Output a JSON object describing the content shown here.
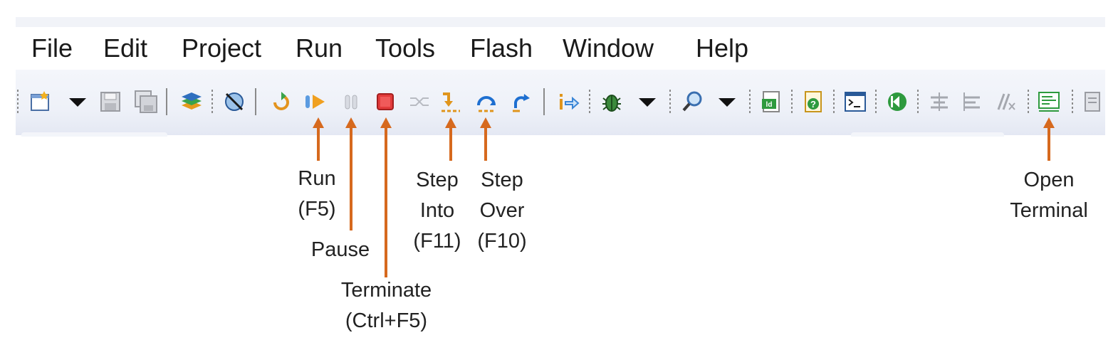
{
  "menu": {
    "items": [
      "File",
      "Edit",
      "Project",
      "Run",
      "Tools",
      "Flash",
      "Window",
      "Help"
    ]
  },
  "toolbar": {
    "icons": [
      "new-file-icon",
      "dropdown-arrow-icon",
      "save-icon",
      "save-all-icon",
      "layers-icon",
      "no-debug-icon",
      "restart-icon",
      "run-icon",
      "pause-icon",
      "terminate-icon",
      "disconnect-icon",
      "step-into-icon",
      "step-over-icon",
      "step-return-icon",
      "instruction-step-icon",
      "debug-bug-icon",
      "dropdown-arrow-icon",
      "search-icon",
      "dropdown-arrow-icon",
      "ld-file-icon",
      "help-doc-icon",
      "console-icon",
      "back-icon",
      "align-icon",
      "align-left-icon",
      "clear-format-icon",
      "open-terminal-icon",
      "document-icon"
    ]
  },
  "annotations": {
    "run": [
      "Run",
      "(F5)"
    ],
    "pause": [
      "Pause"
    ],
    "terminate": [
      "Terminate",
      "(Ctrl+F5)"
    ],
    "step_into": [
      "Step",
      "Into",
      "(F11)"
    ],
    "step_over": [
      "Step",
      "Over",
      "(F10)"
    ],
    "open_terminal": [
      "Open",
      "Terminal"
    ]
  },
  "colors": {
    "arrow": "#d6691e",
    "terminate": "#e23b3b",
    "run": "#f0a020",
    "step": "#1e6fd0",
    "toolbar_bg": "#eef1f8"
  }
}
